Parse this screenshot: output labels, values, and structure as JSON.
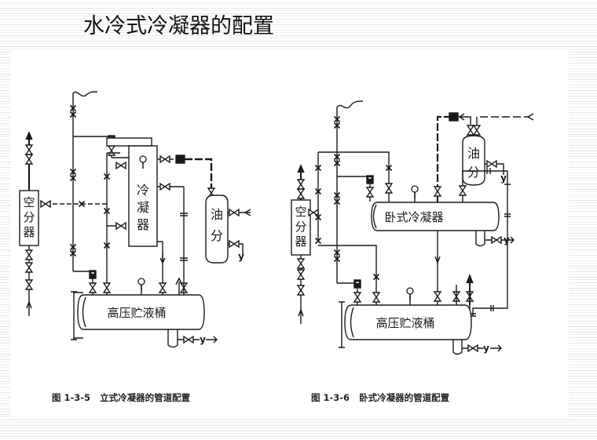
{
  "slide": {
    "title": "水冷式冷凝器的配置"
  },
  "figures": [
    {
      "id": "fig-1-3-5",
      "caption": "图 1-3-5   立式冷凝器的管道配置",
      "labels": {
        "air_separator": [
          "空",
          "分",
          "器"
        ],
        "condenser": [
          "冷",
          "凝",
          "器"
        ],
        "oil_separator": [
          "油",
          "分"
        ],
        "receiver": "高压贮液桶",
        "drain_marker": "y"
      }
    },
    {
      "id": "fig-1-3-6",
      "caption": "图 1-3-6   卧式冷凝器的管道配置",
      "labels": {
        "air_separator": [
          "空",
          "分",
          "器"
        ],
        "condenser": "卧式冷凝器",
        "oil_separator": [
          "油",
          "分"
        ],
        "receiver": "高压贮液桶",
        "drain_marker": "y"
      }
    }
  ],
  "colors": {
    "line": "#1a1a1a",
    "panel": "#ffffff",
    "stripe": "#e6e6e6"
  }
}
